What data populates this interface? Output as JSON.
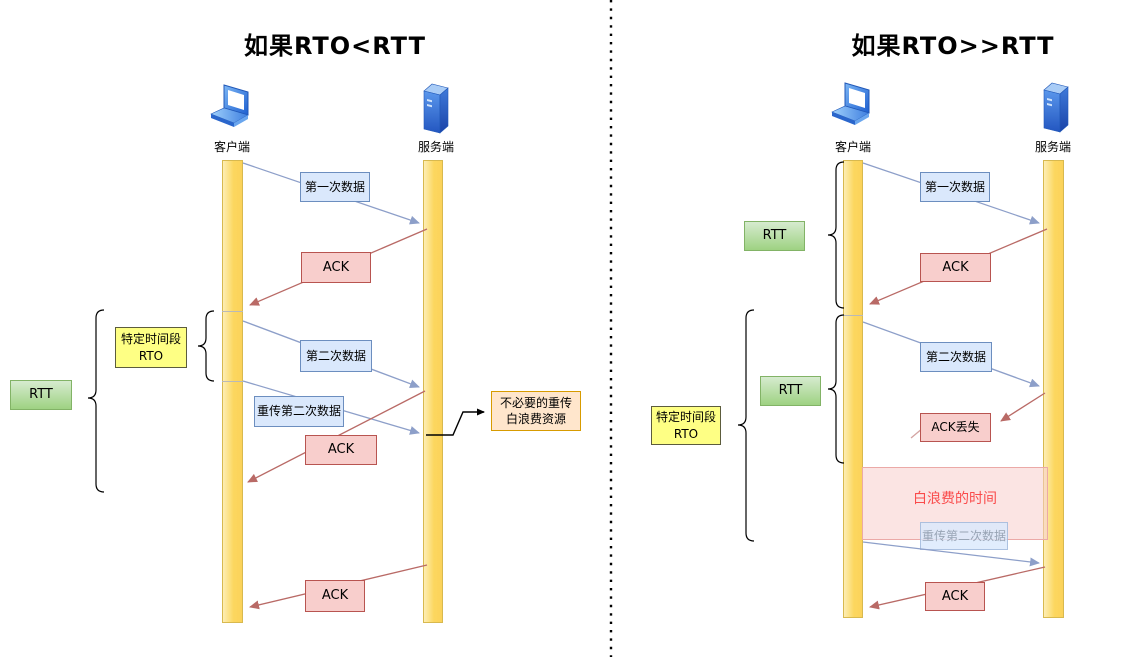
{
  "left": {
    "title": "如果RTO<RTT",
    "client": "客户端",
    "server": "服务端",
    "msg_first": "第一次数据",
    "ack1": "ACK",
    "msg_second": "第二次数据",
    "msg_retrans": "重传第二次数据",
    "ack2": "ACK",
    "ack3": "ACK",
    "rto_line1": "特定时间段",
    "rto_line2": "RTO",
    "rtt": "RTT",
    "warn_line1": "不必要的重传",
    "warn_line2": "白浪费资源"
  },
  "right": {
    "title": "如果RTO>>RTT",
    "client": "客户端",
    "server": "服务端",
    "msg_first": "第一次数据",
    "ack1": "ACK",
    "rtt1": "RTT",
    "msg_second": "第二次数据",
    "ack_lost": "ACK丢失",
    "rtt2": "RTT",
    "rto_line1": "特定时间段",
    "rto_line2": "RTO",
    "waste_label": "白浪费的时间",
    "msg_retrans": "重传第二次数据",
    "ack2": "ACK"
  },
  "colors": {
    "blue_box_fill": "#dae8fc",
    "blue_box_border": "#6c8ebf",
    "pink_box_fill": "#f8cecc",
    "pink_box_border": "#b85450",
    "green_fill": "#9ed282",
    "green_border": "#82b366",
    "yellow_fill": "#feff84",
    "orange_fill": "#ffe6cc",
    "orange_border": "#d79b00",
    "lifeline_fill": "#fcd75f",
    "lifeline_border": "#d8b94f",
    "arrow_blue": "#8d9fc9",
    "arrow_red": "#b96a66",
    "waste_text_color": "#fa4b4b"
  }
}
